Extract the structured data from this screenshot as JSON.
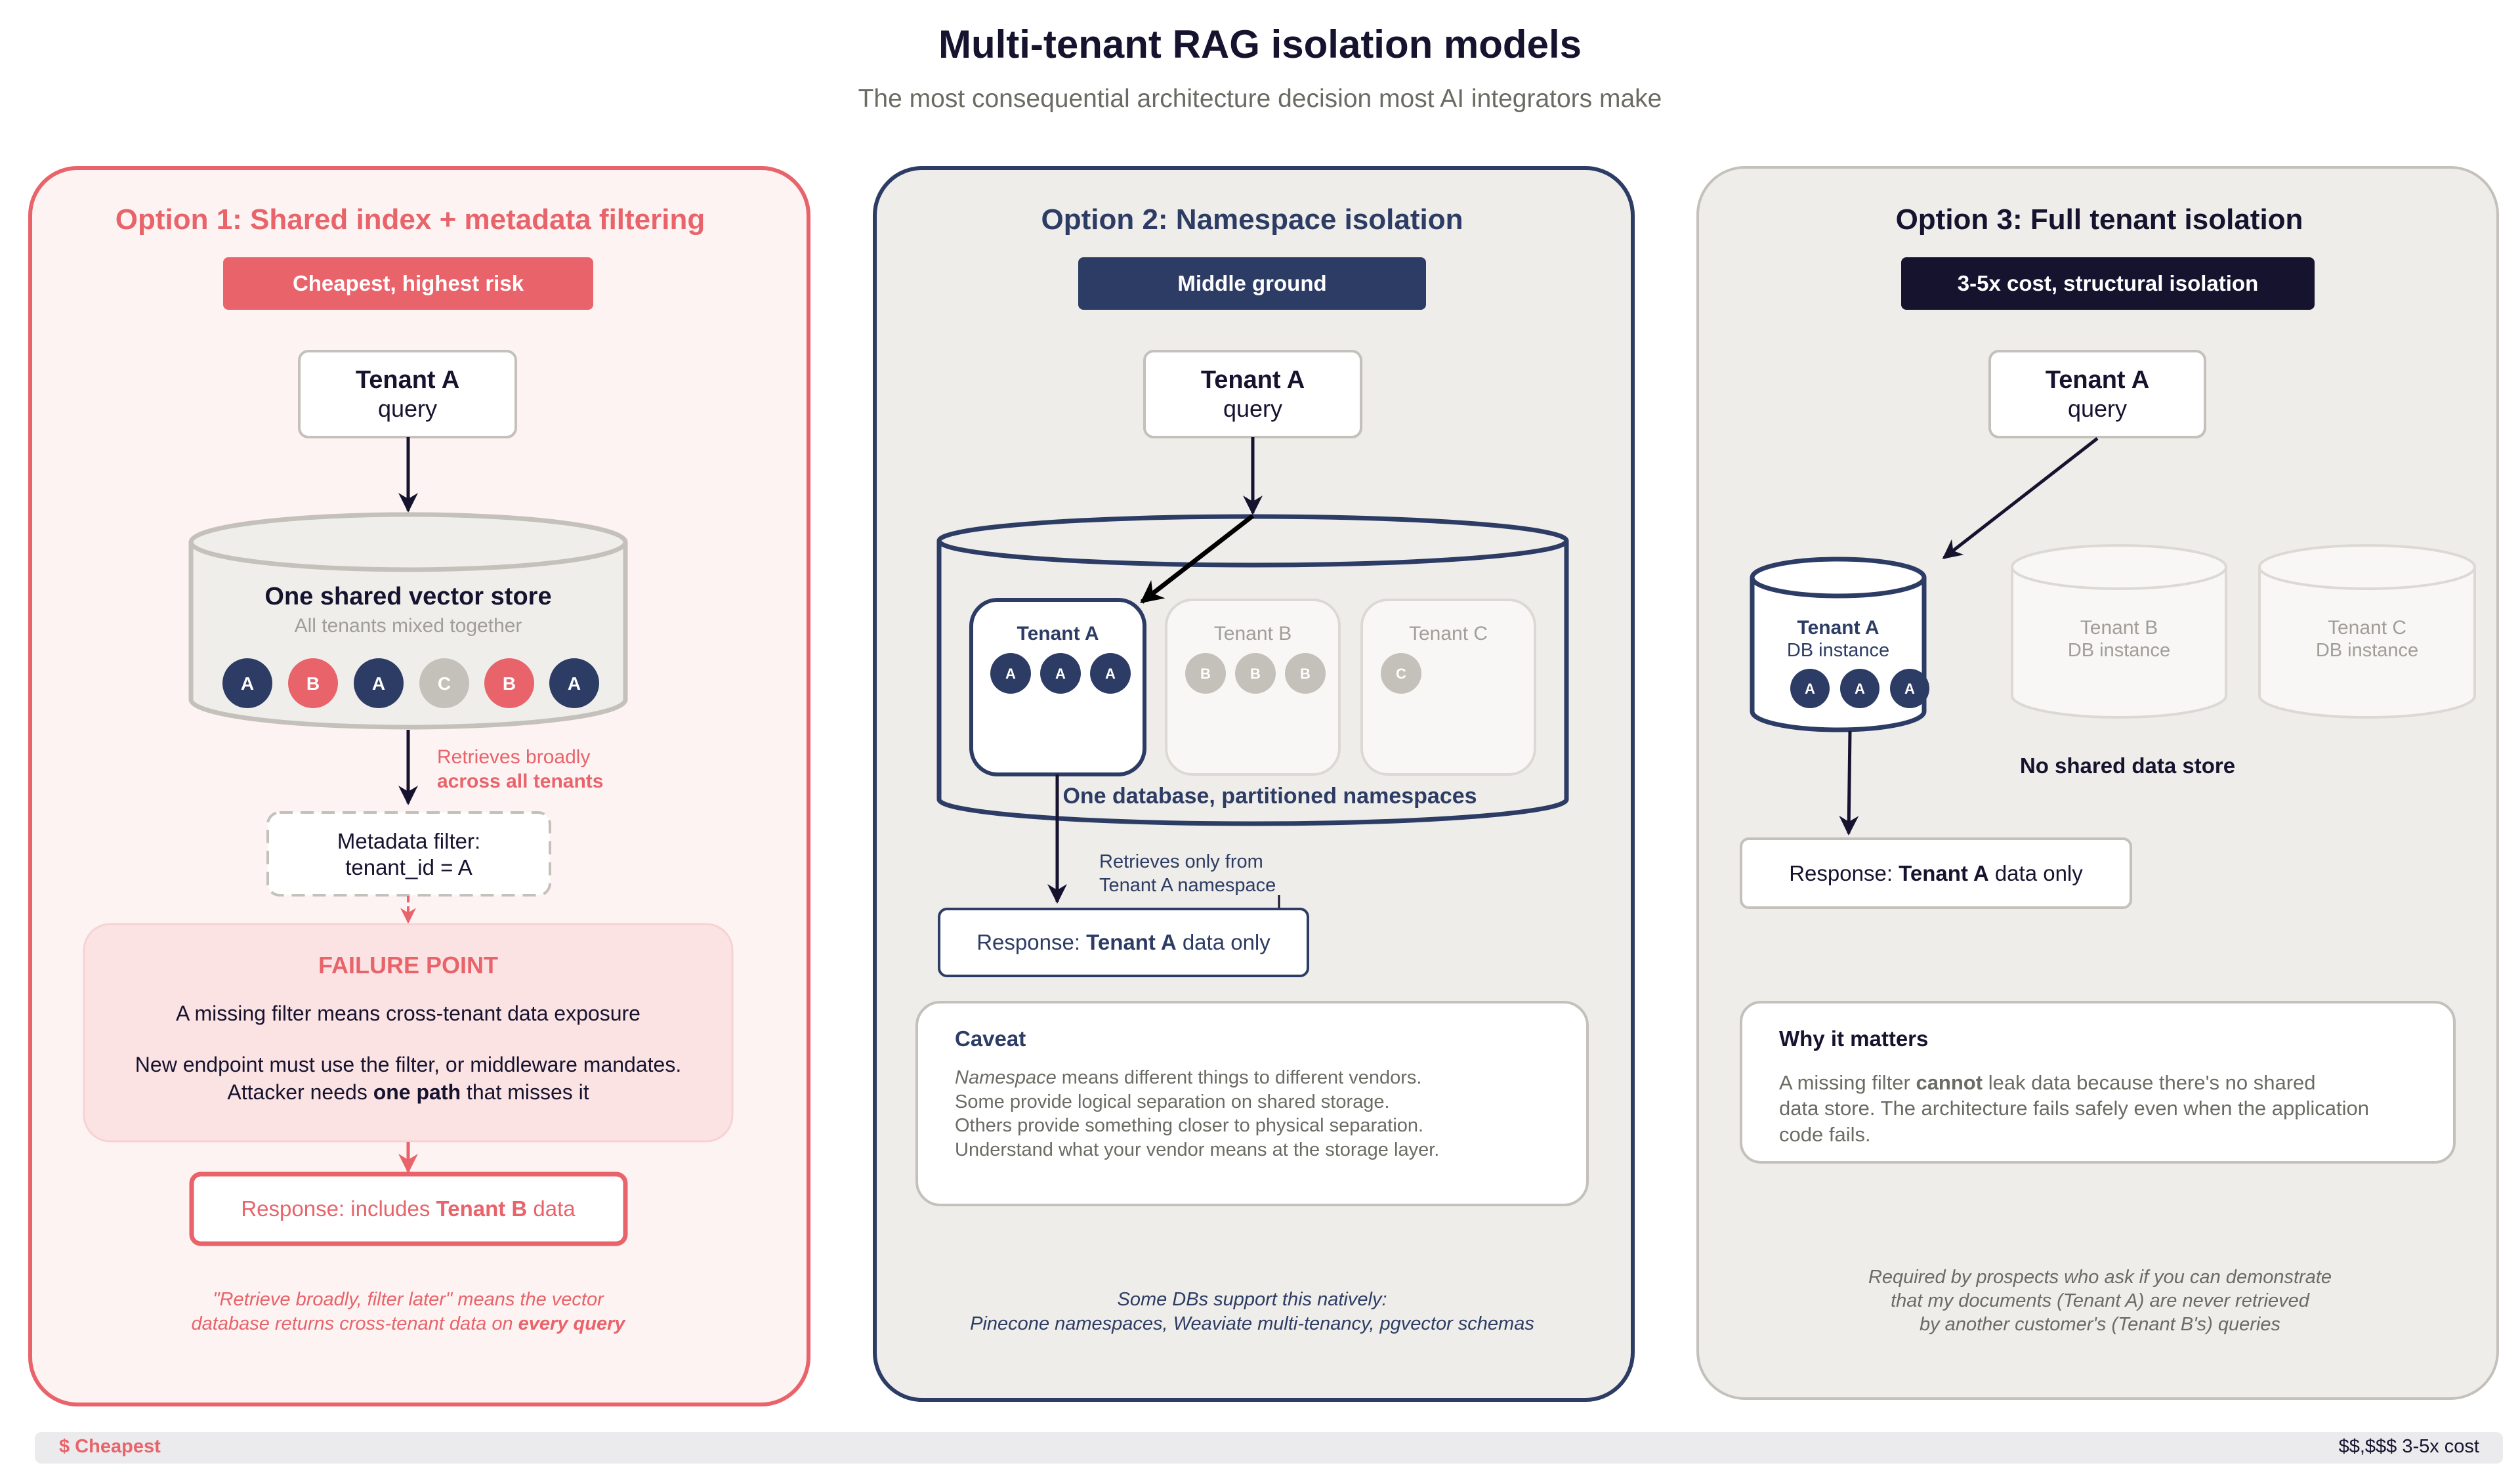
{
  "header": {
    "title": "Multi-tenant RAG isolation models",
    "subtitle": "The most consequential architecture decision most AI integrators make"
  },
  "colors": {
    "red": "#e8636a",
    "navy": "#2d3c64",
    "ink": "#16132f",
    "gray": "#c4c0ba",
    "panel_bg_neutral": "#eeedea",
    "panel_bg_red": "#fdf3f2",
    "failure_bg": "#fbe3e3"
  },
  "option1": {
    "title": "Option 1: Shared index + metadata filtering",
    "badge": "Cheapest, highest risk",
    "query_box": {
      "line1": "Tenant A",
      "line2": "query"
    },
    "store": {
      "title": "One shared vector store",
      "subtitle": "All tenants mixed together",
      "chunks": [
        {
          "label": "A",
          "tenant": "A"
        },
        {
          "label": "B",
          "tenant": "B"
        },
        {
          "label": "A",
          "tenant": "A"
        },
        {
          "label": "C",
          "tenant": "C"
        },
        {
          "label": "B",
          "tenant": "B"
        },
        {
          "label": "A",
          "tenant": "A"
        }
      ]
    },
    "retrieve_note": {
      "line1": "Retrieves broadly",
      "line2": "across all tenants"
    },
    "filter_box": {
      "line1": "Metadata filter:",
      "line2": "tenant_id = A"
    },
    "failure": {
      "title": "FAILURE POINT",
      "line1": "A missing filter means cross-tenant data exposure",
      "line2": "New endpoint must use the filter, or middleware mandates.",
      "line3_pre": "Attacker needs ",
      "line3_bold": "one path",
      "line3_post": " that misses it"
    },
    "response": {
      "pre": "Response: includes ",
      "bold": "Tenant B",
      "post": " data"
    },
    "footnote": {
      "line1": "\"Retrieve broadly, filter later\" means the vector",
      "line2_pre": "database returns cross-tenant data on ",
      "line2_bold": "every query"
    }
  },
  "option2": {
    "title": "Option 2: Namespace isolation",
    "badge": "Middle ground",
    "query_box": {
      "line1": "Tenant A",
      "line2": "query"
    },
    "namespaces": [
      {
        "label": "Tenant A",
        "chunks": [
          "A",
          "A",
          "A"
        ],
        "active": true
      },
      {
        "label": "Tenant B",
        "chunks": [
          "B",
          "B",
          "B"
        ],
        "active": false
      },
      {
        "label": "Tenant C",
        "chunks": [
          "C"
        ],
        "active": false
      }
    ],
    "db_label": "One database, partitioned namespaces",
    "retrieve_note": {
      "line1": "Retrieves only from",
      "line2": "Tenant A namespace"
    },
    "response": {
      "pre": "Response: ",
      "bold": "Tenant A",
      "post": " data only"
    },
    "caveat": {
      "title": "Caveat",
      "line1_italic": "Namespace",
      "line1_rest": " means different things to different vendors.",
      "line2": "Some provide logical separation on shared storage.",
      "line3": "Others provide something closer to physical separation.",
      "line4": "Understand what your vendor means at the storage layer."
    },
    "footnote": {
      "line1": "Some DBs support this natively:",
      "line2": "Pinecone namespaces, Weaviate multi-tenancy, pgvector schemas"
    }
  },
  "option3": {
    "title": "Option 3: Full tenant isolation",
    "badge": "3-5x cost, structural isolation",
    "query_box": {
      "line1": "Tenant A",
      "line2": "query"
    },
    "instances": [
      {
        "line1": "Tenant A",
        "line2": "DB instance",
        "chunks": [
          "A",
          "A",
          "A"
        ],
        "active": true
      },
      {
        "line1": "Tenant B",
        "line2": "DB instance",
        "chunks": [],
        "active": false
      },
      {
        "line1": "Tenant C",
        "line2": "DB instance",
        "chunks": [],
        "active": false
      }
    ],
    "no_shared": "No shared data store",
    "response": {
      "pre": "Response: ",
      "bold": "Tenant A",
      "post": " data only"
    },
    "why": {
      "title": "Why it matters",
      "line1_pre": "A missing filter ",
      "line1_bold": "cannot",
      "line1_post": " leak data because there's no shared",
      "line2": "data store. The architecture fails safely even when the application",
      "line3": "code fails."
    },
    "footnote": {
      "line1": "Required by prospects who ask if you can demonstrate",
      "line2": "that my documents (Tenant A) are never retrieved",
      "line3": "by another customer's (Tenant B's) queries"
    }
  },
  "cost_scale": {
    "left": "$ Cheapest",
    "right": "$$,$$$ 3-5x cost"
  }
}
